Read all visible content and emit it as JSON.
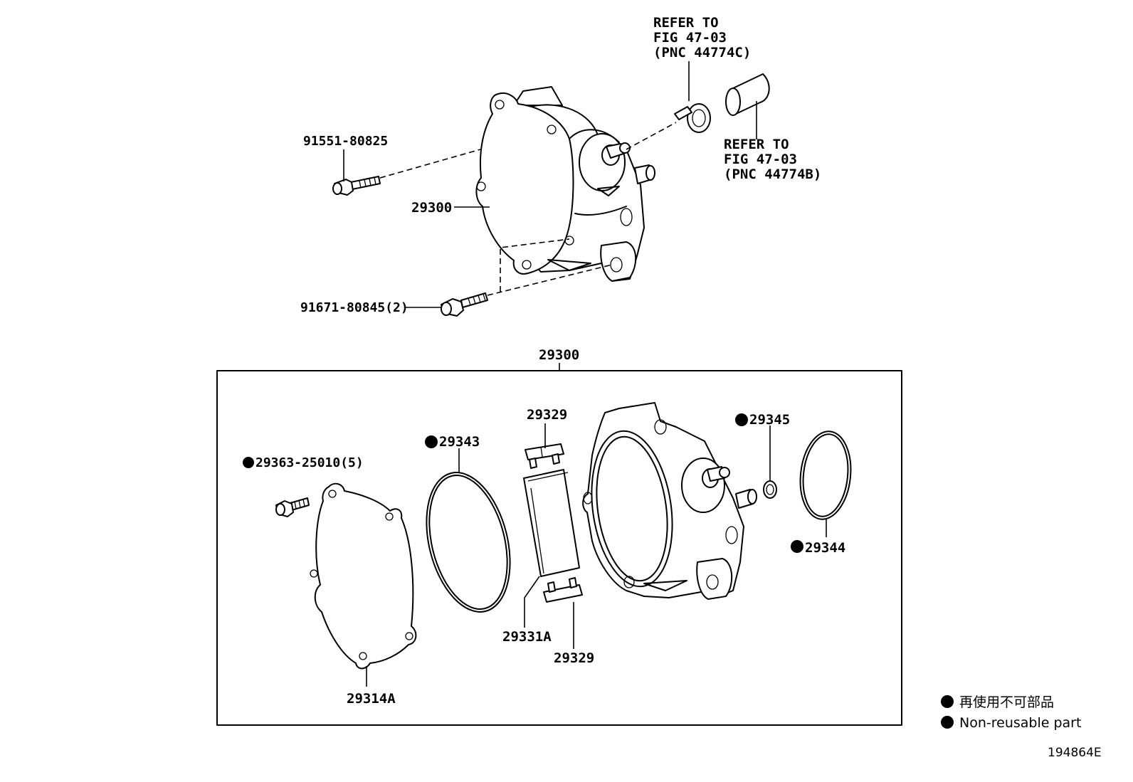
{
  "refer_top": {
    "line1": "REFER TO",
    "line2": "FIG 47-03",
    "line3": "(PNC 44774C)"
  },
  "refer_right": {
    "line1": "REFER TO",
    "line2": "FIG 47-03",
    "line3": "(PNC 44774B)"
  },
  "labels": {
    "bolt_top": "91551-80825",
    "pump_assy": "29300",
    "bolt_bottom": "91671-80845(2)",
    "assy_box": "29300",
    "screw": "29363-25010(5)",
    "oring_large": "29343",
    "vane_top": "29329",
    "vane_rotor": "29331A",
    "vane_bottom": "29329",
    "cover_plate": "29314A",
    "oring_small": "29345",
    "oring_right": "29344"
  },
  "legend": {
    "line_jp": "再使用不可部品",
    "line_en": "Non-reusable part"
  },
  "figure_id": "194864E"
}
